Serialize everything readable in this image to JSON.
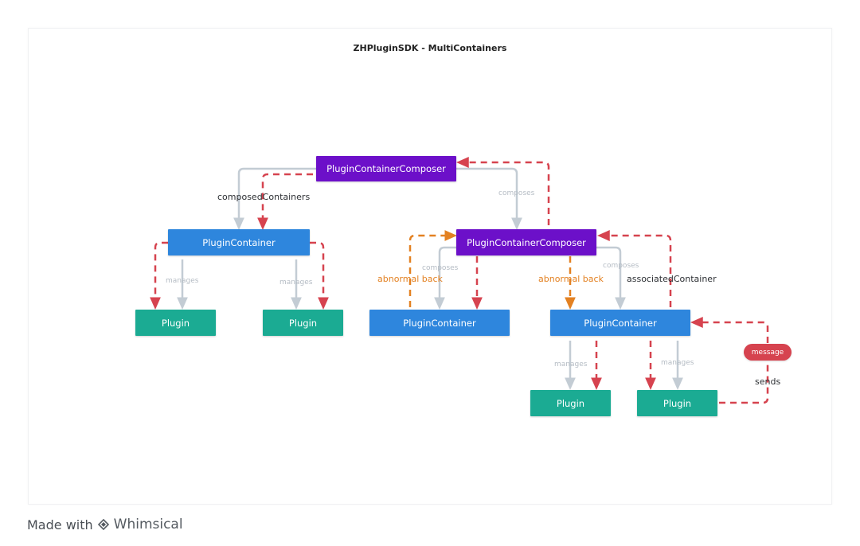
{
  "title": "ZHPluginSDK - MultiContainers",
  "nodes": {
    "composer_top": "PluginContainerComposer",
    "composer_mid": "PluginContainerComposer",
    "container_left": "PluginContainer",
    "container_mid": "PluginContainer",
    "container_right": "PluginContainer",
    "plugin_1": "Plugin",
    "plugin_2": "Plugin",
    "plugin_3": "Plugin",
    "plugin_4": "Plugin"
  },
  "labels": {
    "composed_containers": "composedContainers",
    "composes_top": "composes",
    "composes_mid_left": "composes",
    "composes_mid_right": "composes",
    "manages_1": "manages",
    "manages_2": "manages",
    "manages_3": "manages",
    "manages_4": "manages",
    "abnormal_back_1": "abnormal back",
    "abnormal_back_2": "abnormal back",
    "associated_container": "associatedContainer",
    "message": "message",
    "sends": "sends"
  },
  "footer": {
    "made_with": "Made with",
    "brand": "Whimsical"
  },
  "colors": {
    "composer": "#6c10c9",
    "container": "#2e86dd",
    "plugin": "#1bab93",
    "dashed_red": "#d6434f",
    "dashed_orange": "#e38122",
    "solid_grey": "#c3ccd4"
  },
  "icons": {
    "whimsical_logo": "diamond-logo-icon"
  }
}
